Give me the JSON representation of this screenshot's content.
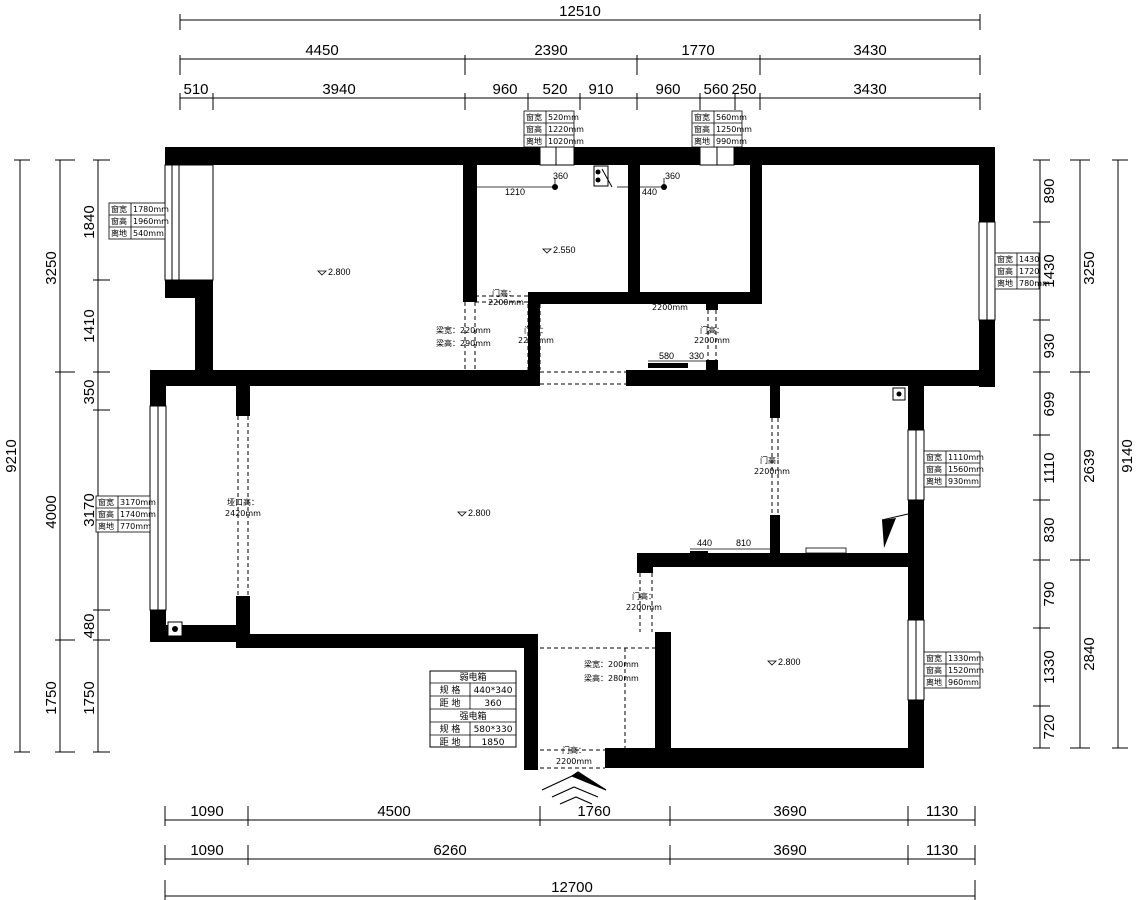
{
  "dimensions": {
    "top_total": "12510",
    "top_row2": [
      "4450",
      "2390",
      "1770",
      "3430"
    ],
    "top_row3": [
      "510",
      "3940",
      "960",
      "520",
      "910",
      "960",
      "560",
      "250",
      "3430"
    ],
    "bottom_total": "12700",
    "bottom_row1": [
      "1090",
      "4500",
      "1760",
      "3690",
      "1130"
    ],
    "bottom_row2": [
      "1090",
      "6260",
      "3690",
      "1130"
    ],
    "left_total": "9210",
    "left_outer": [
      "3250",
      "4000",
      "1750"
    ],
    "left_inner": [
      "1840",
      "1410",
      "350",
      "3170",
      "480",
      "1750"
    ],
    "right_total": "9140",
    "right_outer": [
      "3250",
      "2639",
      "2840"
    ],
    "right_inner": [
      "890",
      "1430",
      "930",
      "699",
      "1110",
      "830",
      "790",
      "1330",
      "720"
    ]
  },
  "window_tables": [
    {
      "rows": [
        [
          "窗宽",
          "520mm"
        ],
        [
          "窗高",
          "1220mm"
        ],
        [
          "离地",
          "1020mm"
        ]
      ]
    },
    {
      "rows": [
        [
          "窗宽",
          "560mm"
        ],
        [
          "窗高",
          "1250mm"
        ],
        [
          "离地",
          "990mm"
        ]
      ]
    },
    {
      "rows": [
        [
          "窗宽",
          "1780mm"
        ],
        [
          "窗高",
          "1960mm"
        ],
        [
          "离地",
          "540mm"
        ]
      ]
    },
    {
      "rows": [
        [
          "窗宽",
          "1430"
        ],
        [
          "窗高",
          "1720"
        ],
        [
          "离地",
          "780mm"
        ]
      ]
    },
    {
      "rows": [
        [
          "窗宽",
          "3170mm"
        ],
        [
          "窗高",
          "1740mm"
        ],
        [
          "离地",
          "770mm"
        ]
      ]
    },
    {
      "rows": [
        [
          "窗宽",
          "1110mm"
        ],
        [
          "窗高",
          "1560mm"
        ],
        [
          "离地",
          "930mm"
        ]
      ]
    },
    {
      "rows": [
        [
          "窗宽",
          "1330mm"
        ],
        [
          "窗高",
          "1520mm"
        ],
        [
          "离地",
          "960mm"
        ]
      ]
    }
  ],
  "elevations": [
    "2.800",
    "2.550",
    "2.800",
    "2.800"
  ],
  "door_labels": {
    "door_height": "门高：",
    "door_value": "2200mm",
    "opening_height": "垭口高：",
    "opening_value": "2420mm"
  },
  "beam_labels": {
    "beam1_width": "梁宽：220mm",
    "beam1_height": "梁高：290mm",
    "beam2_width": "梁宽：200mm",
    "beam2_height": "梁高：280mm"
  },
  "misc_dims": [
    "360",
    "1210",
    "440",
    "360",
    "580",
    "330",
    "440",
    "810"
  ],
  "electric_box": {
    "weak_title": "弱电箱",
    "weak_spec_label": "规 格",
    "weak_spec_value": "440*340",
    "weak_height_label": "距 地",
    "weak_height_value": "360",
    "strong_title": "强电箱",
    "strong_spec_label": "规 格",
    "strong_spec_value": "580*330",
    "strong_height_label": "距 地",
    "strong_height_value": "1850"
  }
}
